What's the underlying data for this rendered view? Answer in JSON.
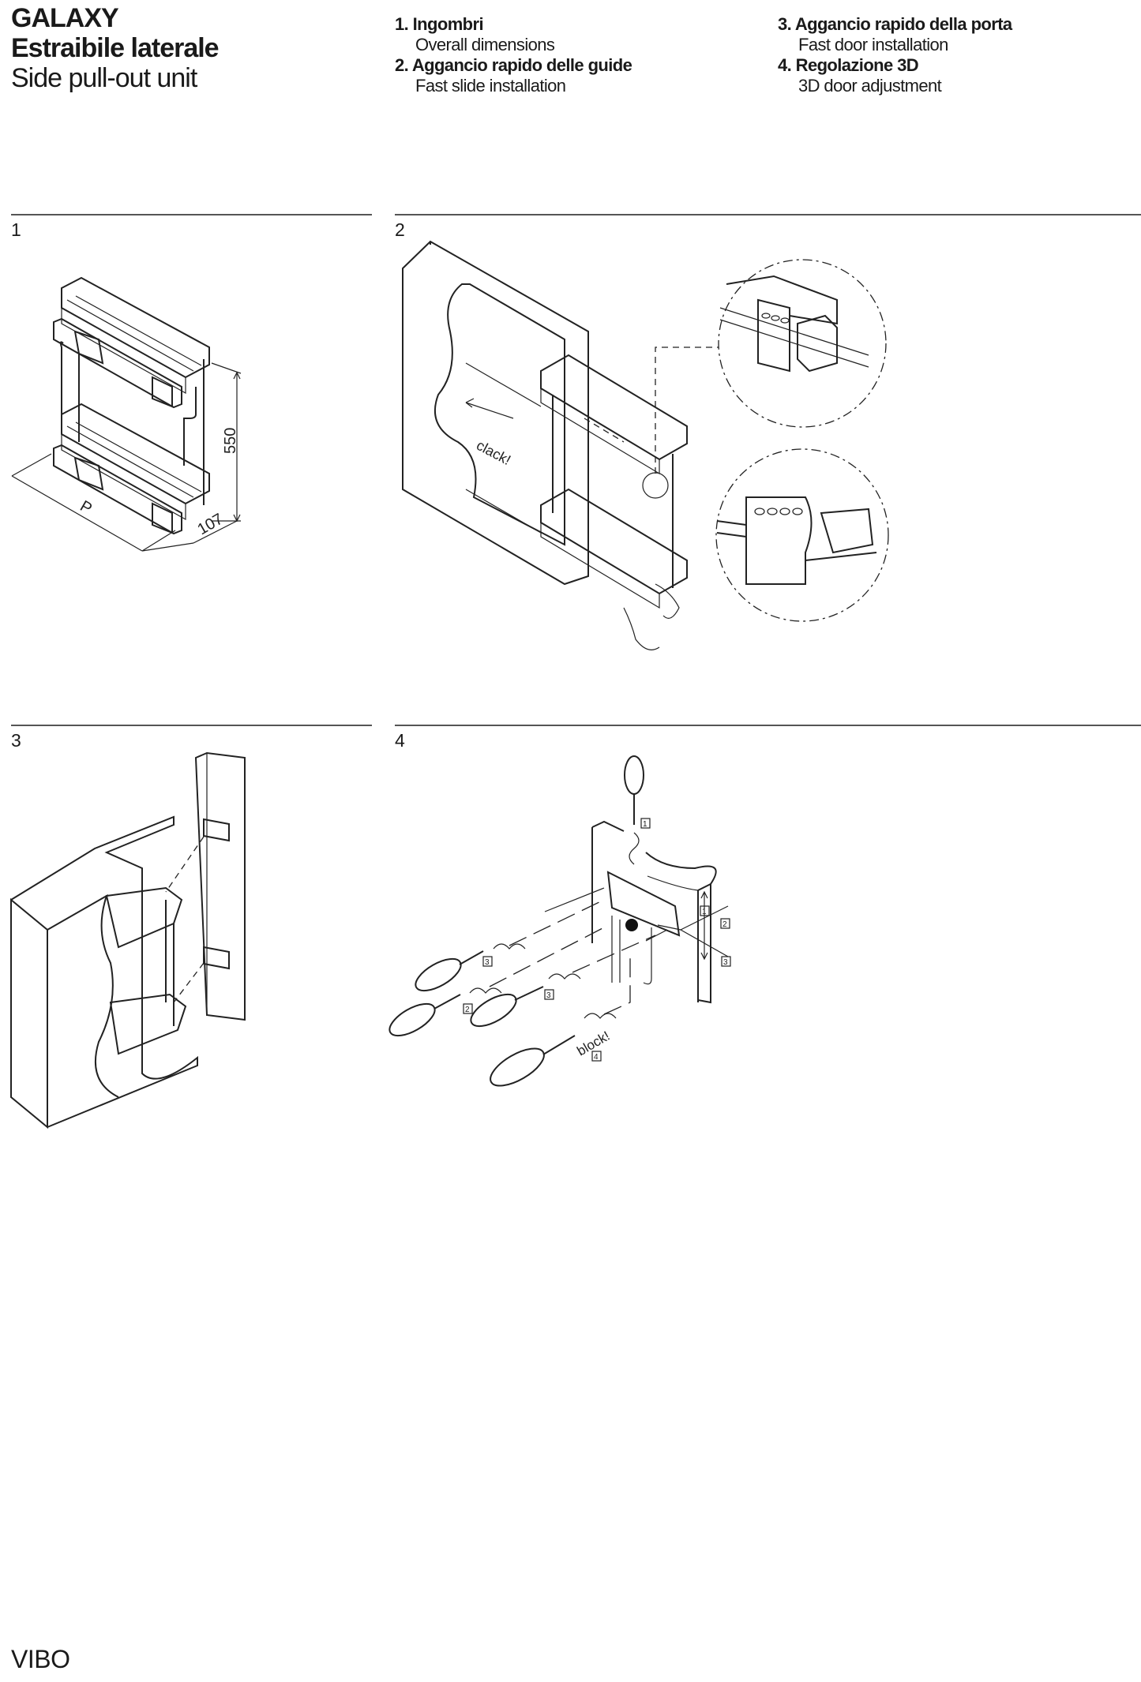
{
  "header": {
    "title": "GALAXY",
    "subtitle_it": "Estraibile laterale",
    "subtitle_en": "Side pull-out unit"
  },
  "steps": [
    {
      "title": "1. Ingombri",
      "subtitle": "Overall dimensions"
    },
    {
      "title": "2. Aggancio rapido delle guide",
      "subtitle": "Fast slide installation"
    },
    {
      "title": "3. Aggancio rapido della porta",
      "subtitle": "Fast door installation"
    },
    {
      "title": "4. Regolazione 3D",
      "subtitle": "3D door adjustment"
    }
  ],
  "sections": [
    {
      "number": "1",
      "dimensions": {
        "height": "550",
        "width": "107",
        "depth": "P"
      }
    },
    {
      "number": "2",
      "annotation": "clack!"
    },
    {
      "number": "3"
    },
    {
      "number": "4",
      "annotation": "block!",
      "step_labels": [
        "1",
        "3",
        "2",
        "3",
        "4"
      ],
      "adjust_labels": [
        "1",
        "2",
        "3"
      ]
    }
  ],
  "footer": {
    "brand": "VIBO"
  }
}
